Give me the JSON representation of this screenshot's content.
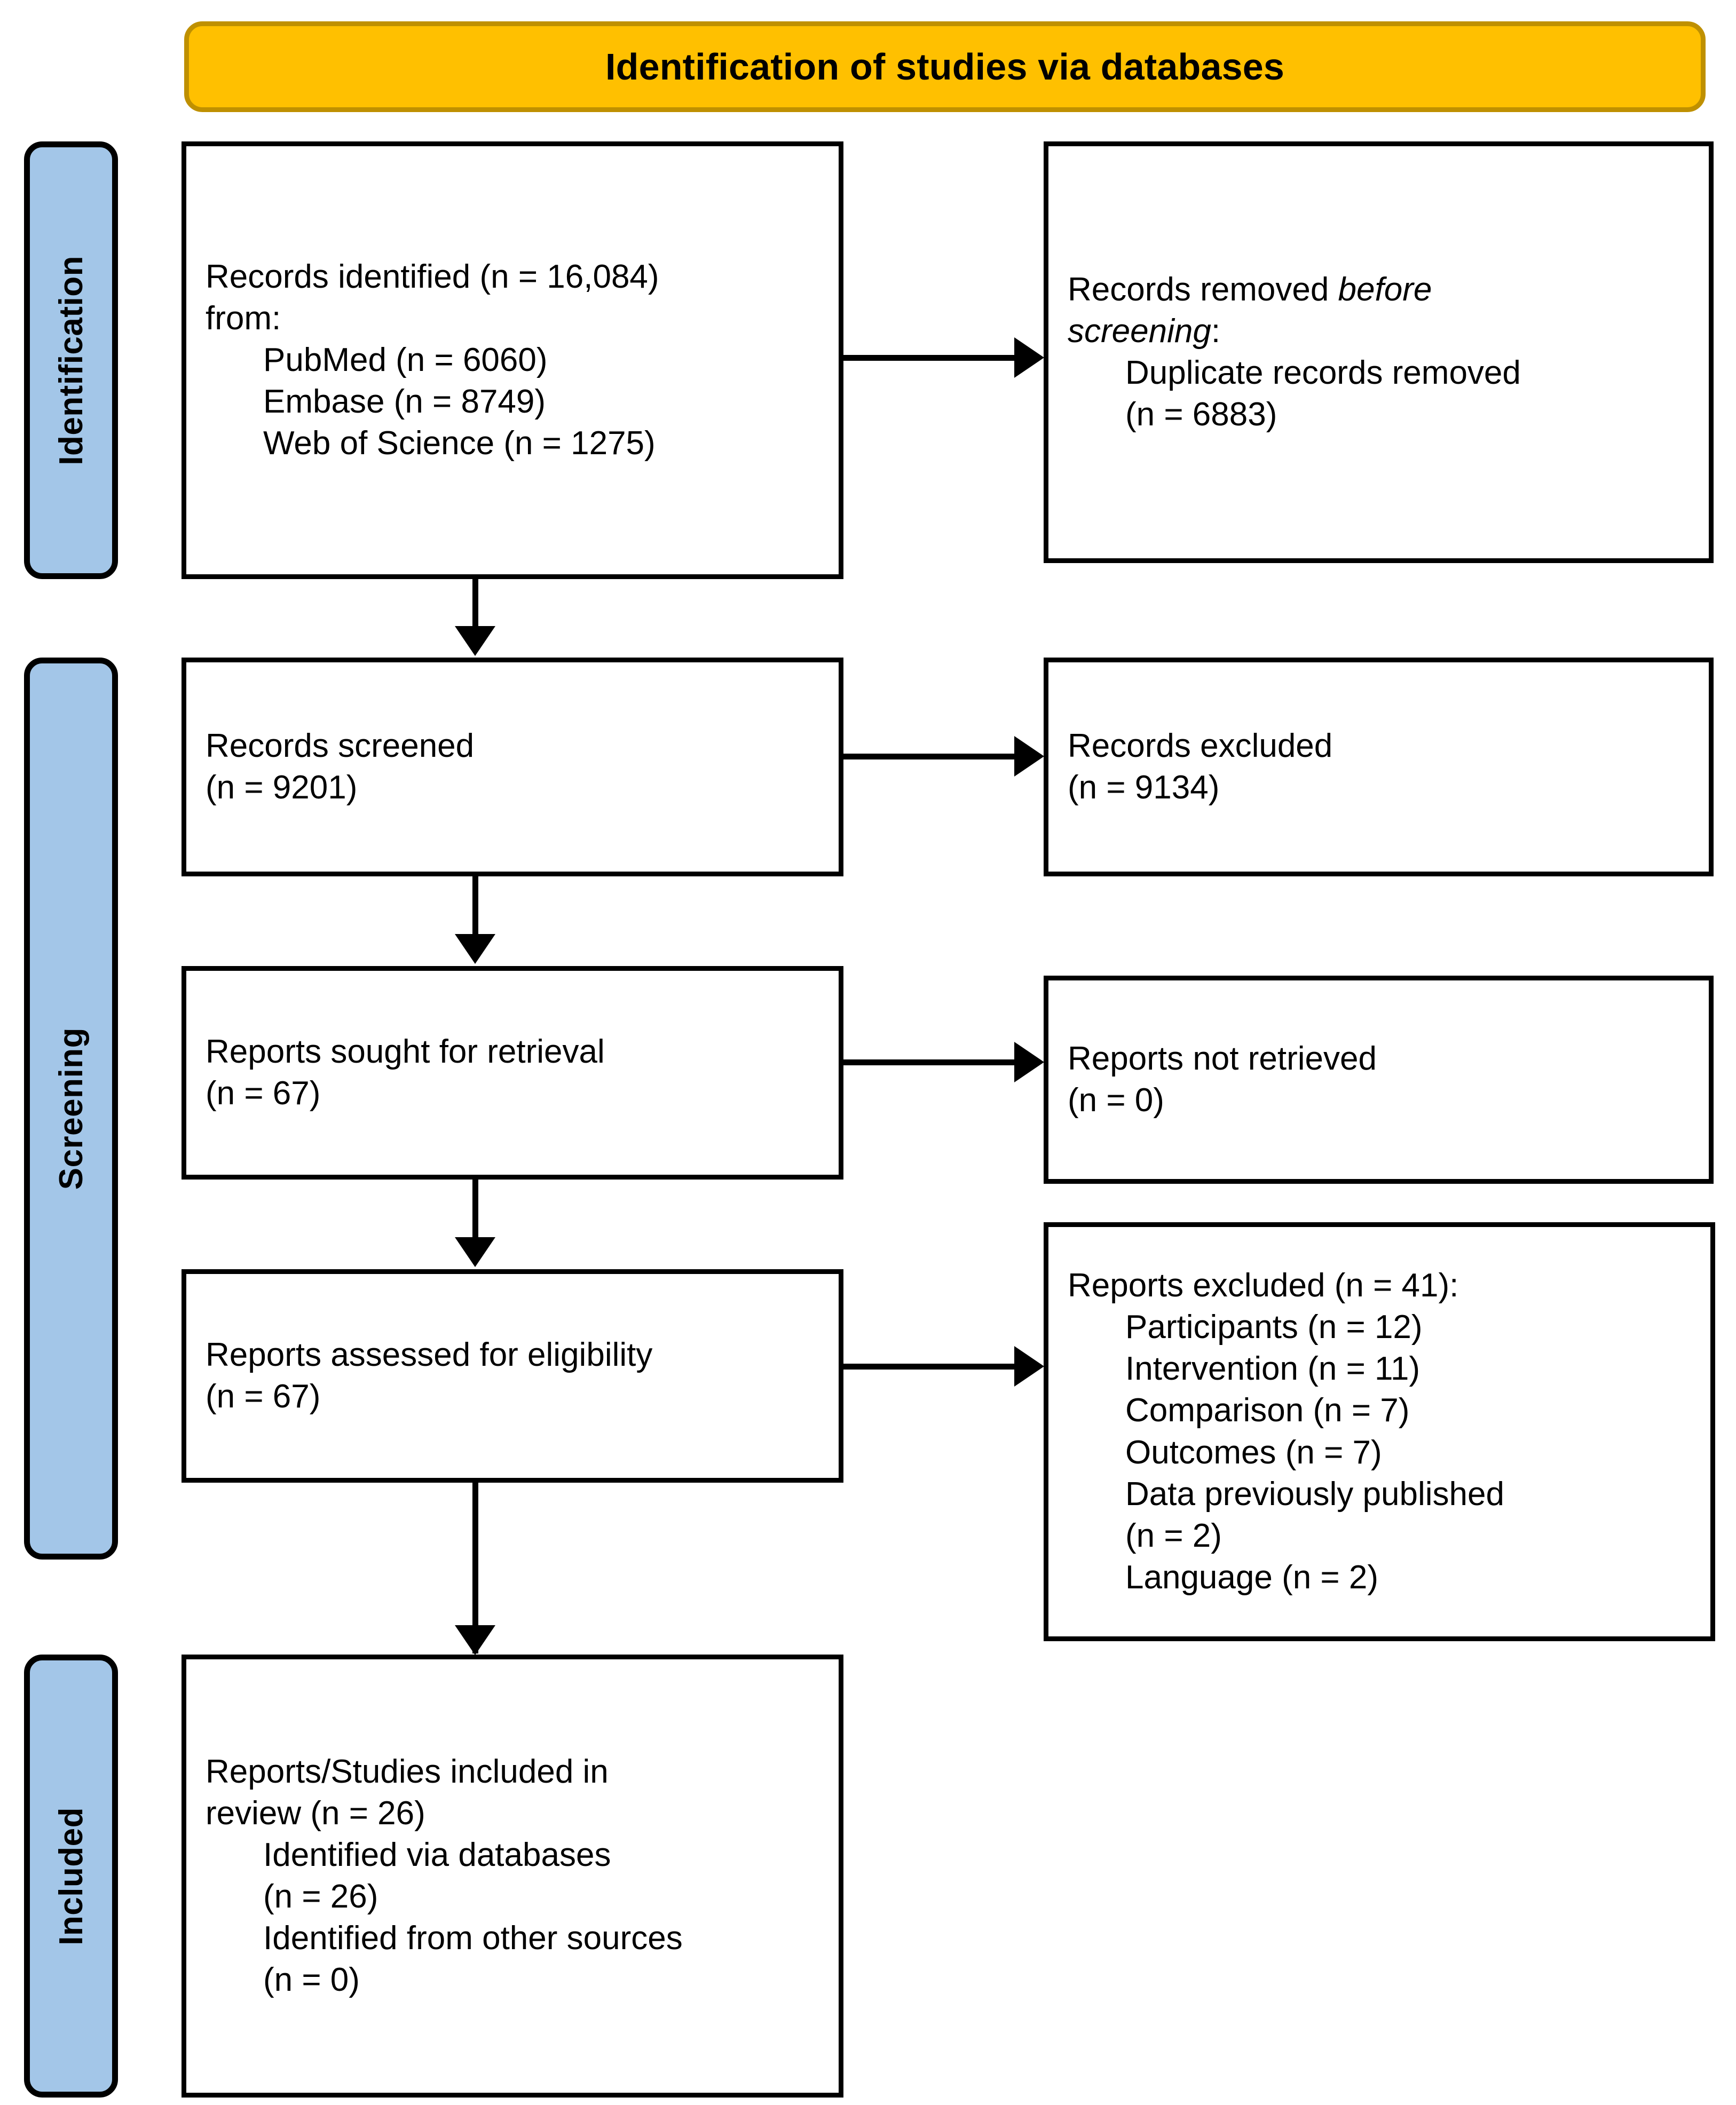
{
  "header": {
    "title": "Identification of studies via databases",
    "fill_color": "#FFC000",
    "border_color": "#BF9000"
  },
  "stages": [
    {
      "label": "Identification",
      "fill_color": "#A3C6E8"
    },
    {
      "label": "Screening",
      "fill_color": "#A3C6E8"
    },
    {
      "label": "Included",
      "fill_color": "#A3C6E8"
    }
  ],
  "boxes": {
    "records_identified": {
      "line1": "Records identified (n = 16,084)",
      "line2": "from:",
      "source1": "PubMed (n = 6060)",
      "source2": "Embase (n = 8749)",
      "source3": "Web of Science (n = 1275)"
    },
    "records_removed": {
      "line1_prefix": "Records removed ",
      "line1_italic": "before",
      "line2_italic": "screening",
      "line2_suffix": ":",
      "detail1": "Duplicate records removed",
      "detail2": "(n = 6883)"
    },
    "records_screened": {
      "line1": "Records screened",
      "line2": "(n = 9201)"
    },
    "records_excluded": {
      "line1": "Records excluded",
      "line2": "(n = 9134)"
    },
    "reports_sought": {
      "line1": "Reports sought for retrieval",
      "line2": "(n = 67)"
    },
    "reports_not_retrieved": {
      "line1": "Reports not retrieved",
      "line2": "(n = 0)"
    },
    "reports_assessed": {
      "line1": "Reports assessed for eligibility",
      "line2": "(n = 67)"
    },
    "reports_excluded": {
      "line1": "Reports excluded (n = 41):",
      "reason1": "Participants (n = 12)",
      "reason2": "Intervention (n = 11)",
      "reason3": "Comparison (n = 7)",
      "reason4": "Outcomes (n = 7)",
      "reason5": "Data previously published",
      "reason5b": "(n = 2)",
      "reason6": "Language (n = 2)"
    },
    "studies_included": {
      "line1": "Reports/Studies included in",
      "line2": "review (n = 26)",
      "detail1": "Identified via databases",
      "detail2": "(n = 26)",
      "detail3": "Identified from other sources",
      "detail4": "(n = 0)"
    }
  }
}
